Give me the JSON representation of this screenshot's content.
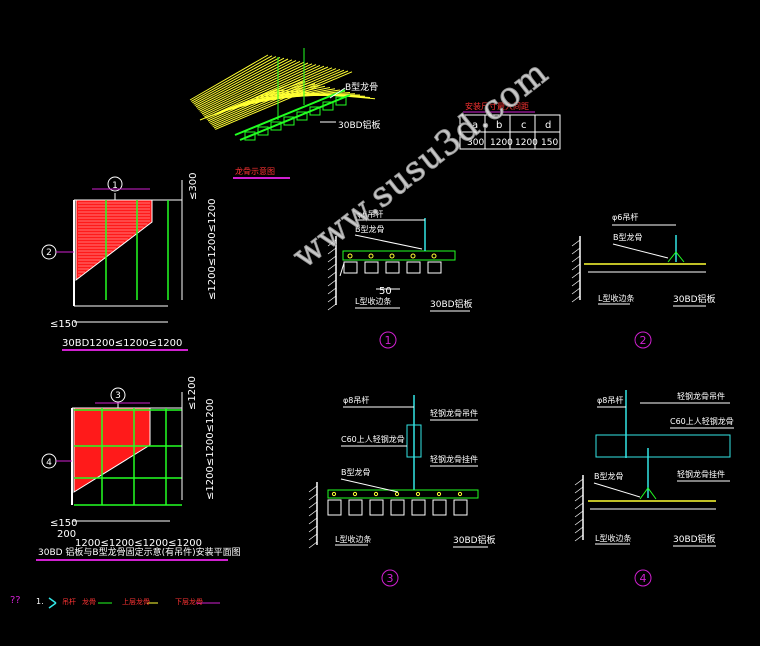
{
  "colors": {
    "background": "#000000",
    "green": "#22ff22",
    "yellow": "#ffff33",
    "white": "#ffffff",
    "magenta": "#d020d0",
    "cyan": "#33e6e6",
    "red": "#ff1a1a"
  },
  "isometric": {
    "label_b": "B型龙骨",
    "label_30bd": "30BD铝板",
    "caption": "龙骨示意图"
  },
  "table": {
    "title": "安装尺寸最大间距",
    "headers": [
      "a",
      "b",
      "c",
      "d"
    ],
    "values": [
      "300",
      "1200",
      "1200",
      "150"
    ]
  },
  "plan1": {
    "dim_top": "≤300",
    "dim_right": "≤1200≤1200≤1200",
    "dim_left": "≤150",
    "caption": "30BD1200≤1200≤1200",
    "marker_top": "1",
    "marker_left": "2"
  },
  "plan2": {
    "dim_top": "≤1200",
    "dim_right": "≤1200≤1200≤1200",
    "dim_left1": "≤150",
    "dim_left2": "200",
    "dim_bottom": "1200≤1200≤1200≤1200",
    "caption": "30BD 铝板与B型龙骨固定示意(有吊件)安装平面图",
    "marker_top": "3",
    "marker_left": "4"
  },
  "detail1": {
    "phi": "φ6吊杆",
    "b": "B型龙骨",
    "dim": "50",
    "l": "L型收边条",
    "bd": "30BD铝板",
    "num": "1"
  },
  "detail2": {
    "phi": "φ6吊杆",
    "b": "B型龙骨",
    "l": "L型收边条",
    "bd": "30BD铝板",
    "num": "2"
  },
  "detail3": {
    "phi": "φ8吊杆",
    "c60": "C60上人轻钢龙骨",
    "hanger1": "轻钢龙骨吊件",
    "hanger2": "轻钢龙骨挂件",
    "b": "B型龙骨",
    "l": "L型收边条",
    "bd": "30BD铝板",
    "num": "3"
  },
  "detail4": {
    "phi": "φ8吊杆",
    "hanger1": "轻钢龙骨吊件",
    "c60": "C60上人轻钢龙骨",
    "hanger2": "轻钢龙骨挂件",
    "b": "B型龙骨",
    "l": "L型收边条",
    "bd": "30BD铝板",
    "num": "4"
  },
  "legend": {
    "mark": "??",
    "num": "1.",
    "t1": "吊杆",
    "t2": "龙骨",
    "t3": "上层龙骨",
    "t4": "下层龙骨"
  },
  "watermark": "www.susu3d.com"
}
